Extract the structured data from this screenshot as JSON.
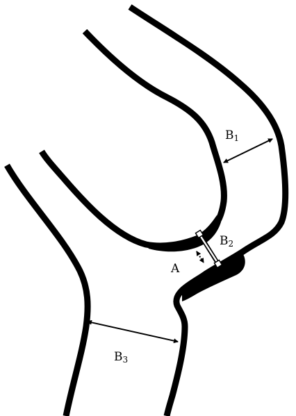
{
  "labels": {
    "a": "A",
    "b1": "B",
    "b1_sub": "1",
    "b2": "B",
    "b2_sub": "2",
    "b3": "B",
    "b3_sub": "3"
  },
  "colors": {
    "ink": "#000000",
    "background": "#ffffff"
  }
}
